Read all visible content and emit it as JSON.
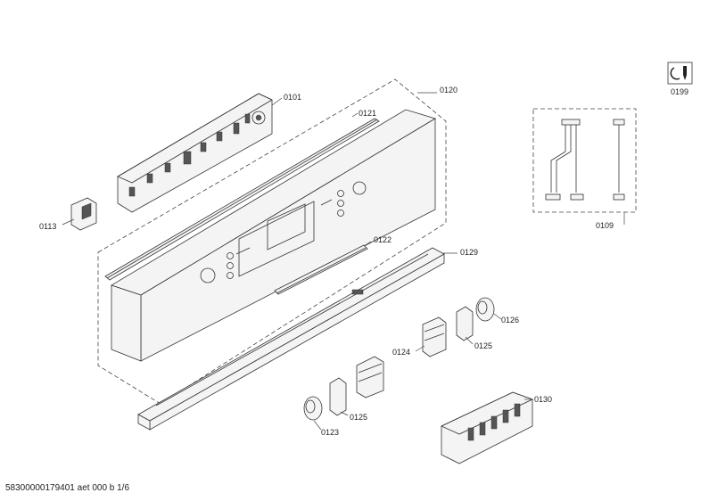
{
  "labels": {
    "p0101": "0101",
    "p0120": "0120",
    "p0121": "0121",
    "p0113": "0113",
    "p0122": "0122",
    "p0129": "0129",
    "p0126": "0126",
    "p0125a": "0125",
    "p0124": "0124",
    "p0125b": "0125",
    "p0123": "0123",
    "p0130": "0130",
    "p0109": "0109",
    "p0199": "0199"
  },
  "footer": "58300000179401 aet 000 b 1/6",
  "icons": {
    "service": "wrench-icon"
  }
}
